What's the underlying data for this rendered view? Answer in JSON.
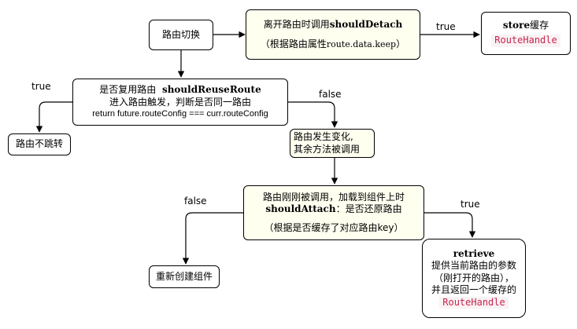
{
  "nodes": {
    "route_switch": {
      "label": "路由切换"
    },
    "should_detach": {
      "prefix": "离开路由时调用",
      "method": "shouldDetach",
      "note_prefix": "（根据路由属性",
      "note_code": "route.data.keep",
      "note_suffix": "）"
    },
    "store": {
      "method": "store",
      "suffix": "缓存",
      "code": "RouteHandle"
    },
    "should_reuse": {
      "prefix": "是否复用路由",
      "method": "shouldReuseRoute",
      "line2": "进入路由触发，判断是否同一路由",
      "line3": "return future.routeConfig === curr.routeConfig"
    },
    "no_jump": {
      "label": "路由不跳转"
    },
    "route_changed": {
      "line1": "路由发生变化,",
      "line2": "其余方法被调用"
    },
    "should_attach": {
      "line1": "路由刚刚被调用，加载到组件上时",
      "method": "shouldAttach",
      "method_suffix": "：是否还原路由",
      "note": "（根据是否缓存了对应路由key）"
    },
    "recreate": {
      "label": "重新创建组件"
    },
    "retrieve": {
      "method": "retrieve",
      "line1": "提供当前路由的参数",
      "line2": "（刚打开的路由），",
      "line3": "并且返回一个缓存的",
      "code": "RouteHandle"
    }
  },
  "edge_labels": {
    "detach_true": "true",
    "reuse_true": "true",
    "reuse_false": "false",
    "attach_false": "false",
    "attach_true": "true"
  }
}
